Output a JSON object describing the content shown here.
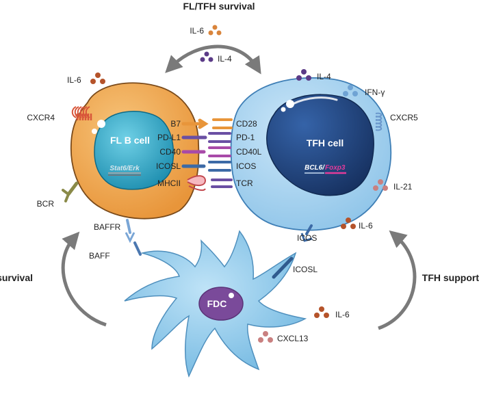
{
  "titles": {
    "top": "FL/TFH survival",
    "left": "FL survival",
    "right": "TFH support"
  },
  "cells": {
    "fl_b_cell": {
      "label": "FL B cell",
      "gene": "Stat6/Erk"
    },
    "tfh_cell": {
      "label": "TFH cell",
      "gene_a": "BCL6/",
      "gene_b": "Foxp3"
    },
    "fdc": {
      "label": "FDC"
    }
  },
  "receptors": {
    "cxcr4": "CXCR4",
    "bcr": "BCR",
    "baffr": "BAFFR",
    "baff": "BAFF",
    "cxcr5": "CXCR5",
    "icos_tfh": "ICOS",
    "icosl_fdc": "ICOSL"
  },
  "synapse": {
    "left": [
      "B7",
      "PD-L1",
      "CD40",
      "ICOSL",
      "MHCII"
    ],
    "right": [
      "CD28",
      "PD-1",
      "CD40L",
      "ICOS",
      "TCR"
    ]
  },
  "cytokines": {
    "il6_top": "IL-6",
    "il4_top": "IL-4",
    "il6_b": "IL-6",
    "il4_tfh": "IL-4",
    "ifng": "IFN-γ",
    "il21": "IL-21",
    "il6_tfh": "IL-6",
    "il6_fdc": "IL-6",
    "cxcl13": "CXCL13"
  },
  "colors": {
    "fl_b_cell": "#f0a54a",
    "fl_b_nucleus": "#29a3c4",
    "tfh_cell": "#a9d3ef",
    "tfh_nucleus": "#1e3f78",
    "fdc": "#8ec9ea",
    "fdc_nucleus": "#7a4a9a",
    "il6": "#b5532a",
    "il4": "#5b3b87",
    "ifng": "#6fa3d4",
    "il21": "#c98080",
    "cxcl13": "#c98080",
    "arrow": "#7a7a7a"
  }
}
